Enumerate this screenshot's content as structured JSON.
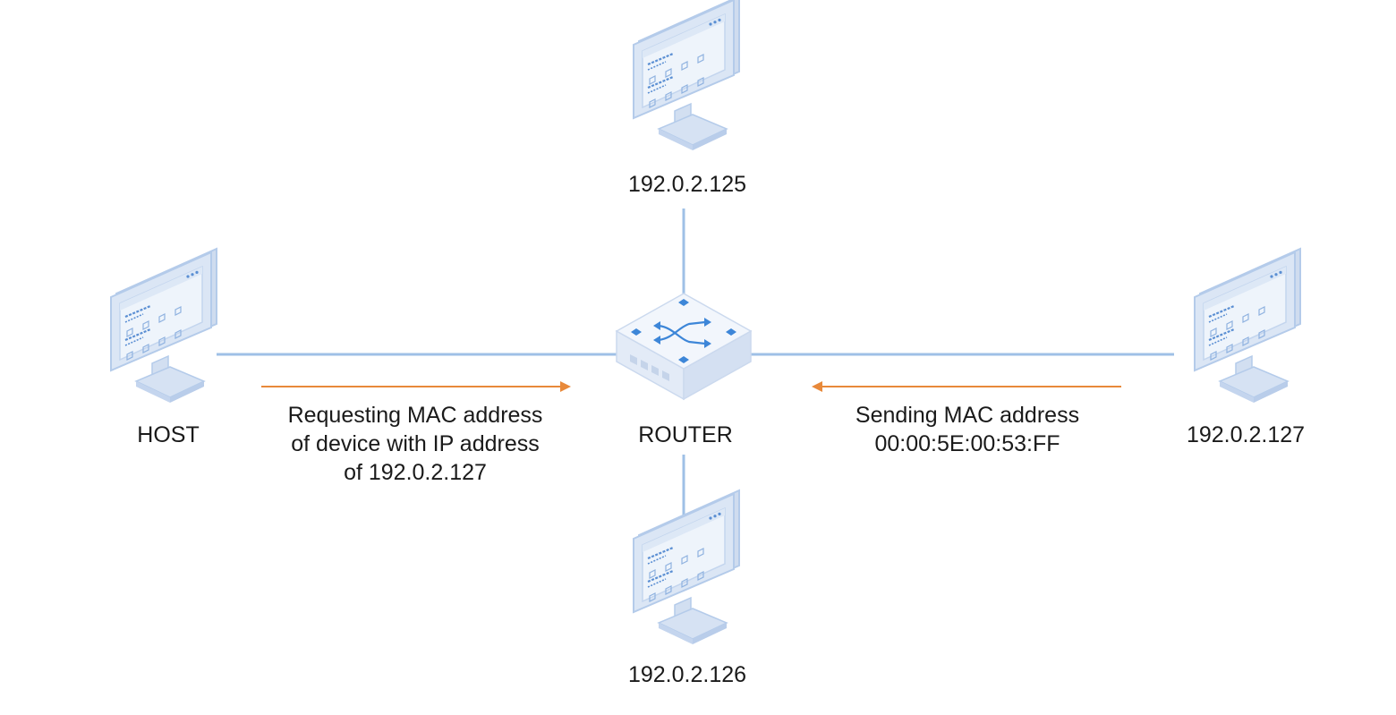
{
  "nodes": {
    "top": {
      "ip": "192.0.2.125"
    },
    "bottom": {
      "ip": "192.0.2.126"
    },
    "host": {
      "label": "HOST"
    },
    "router": {
      "label": "ROUTER"
    },
    "right": {
      "ip": "192.0.2.127"
    }
  },
  "messages": {
    "request": {
      "lines": [
        "Requesting MAC address",
        "of device with IP address",
        "of 192.0.2.127"
      ]
    },
    "response": {
      "lines": [
        "Sending MAC address",
        "00:00:5E:00:53:FF"
      ]
    }
  },
  "colors": {
    "link": "#9fc0e6",
    "arrow": "#e8893a",
    "monitor_frame": "#dbe6f5",
    "monitor_edge": "#b4cbea",
    "screen": "#eef4fb",
    "ui_accent": "#5b8fd3",
    "router_top": "#f2f6fc",
    "router_side": "#dfe8f5",
    "router_icon": "#3d86d8"
  },
  "icons": {
    "computer": "desktop-monitor-icon",
    "router": "network-switch-icon"
  }
}
